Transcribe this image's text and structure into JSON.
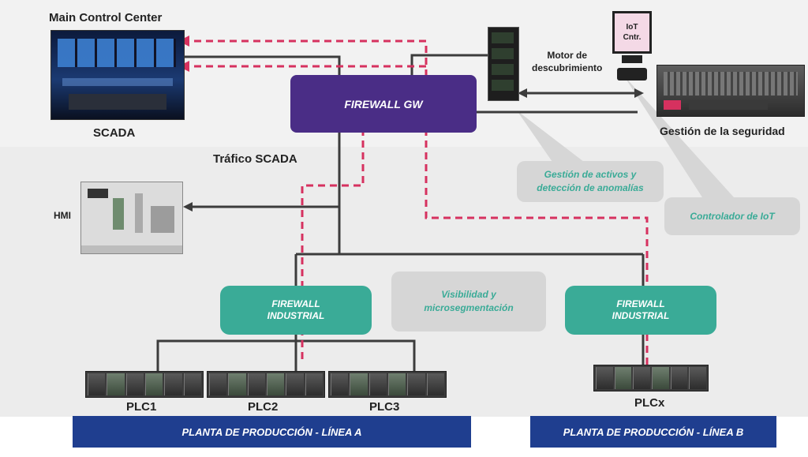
{
  "main_control": {
    "title": "Main Control Center",
    "scada": "SCADA"
  },
  "firewall_gw": "FIREWALL GW",
  "traffic_label": "Tráfico SCADA",
  "hmi_label": "HMI",
  "discovery_label": "Motor de\ndescubrimiento",
  "iot_controller": "IoT\nCntr.",
  "security_mgmt": "Gestión de la seguridad",
  "callouts": {
    "assets": "Gestión de activos y\ndetección de anomalías",
    "iot": "Controlador de IoT",
    "visibility": "Visibilidad y\nmicrosegmentación"
  },
  "firewall_industrial_a": "FIREWALL\nINDUSTRIAL",
  "firewall_industrial_b": "FIREWALL\nINDUSTRIAL",
  "plcs": [
    "PLC1",
    "PLC2",
    "PLC3",
    "PLCx"
  ],
  "banners": {
    "line_a": "PLANTA DE PRODUCCIÓN - LÍNEA A",
    "line_b": "PLANTA DE PRODUCCIÓN - LÍNEA B"
  },
  "colors": {
    "firewall_gw": "#4a2d86",
    "firewall_industrial": "#3aab97",
    "scada_traffic": "#d6315f",
    "banner": "#1f3e8f",
    "callout_bg": "#d6d6d6"
  }
}
